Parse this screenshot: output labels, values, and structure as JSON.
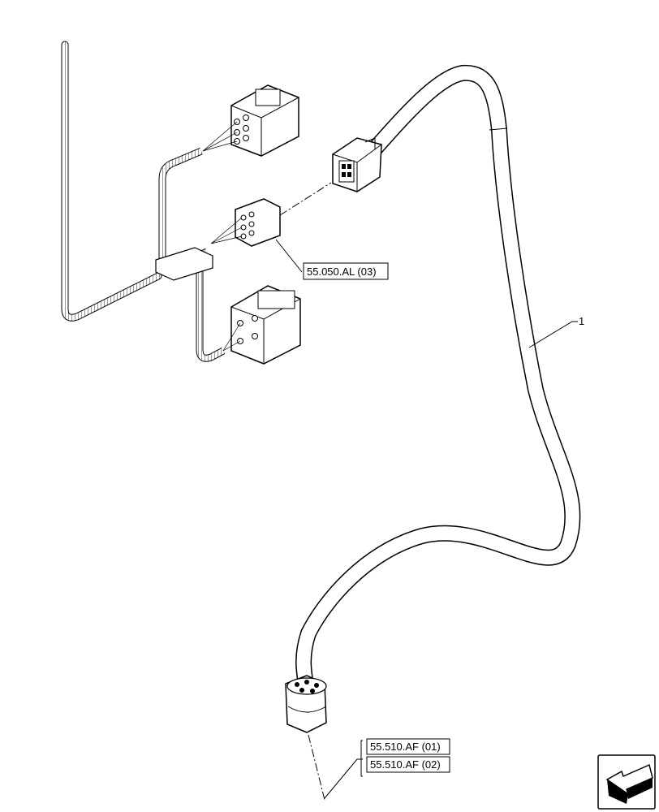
{
  "callouts": {
    "item_1": "1",
    "ref_top": "55.050.AL (03)",
    "ref_bottom_1": "55.510.AF (01)",
    "ref_bottom_2": "55.510.AF (02)"
  },
  "icons": {
    "nav": "arrow-corner-icon"
  }
}
